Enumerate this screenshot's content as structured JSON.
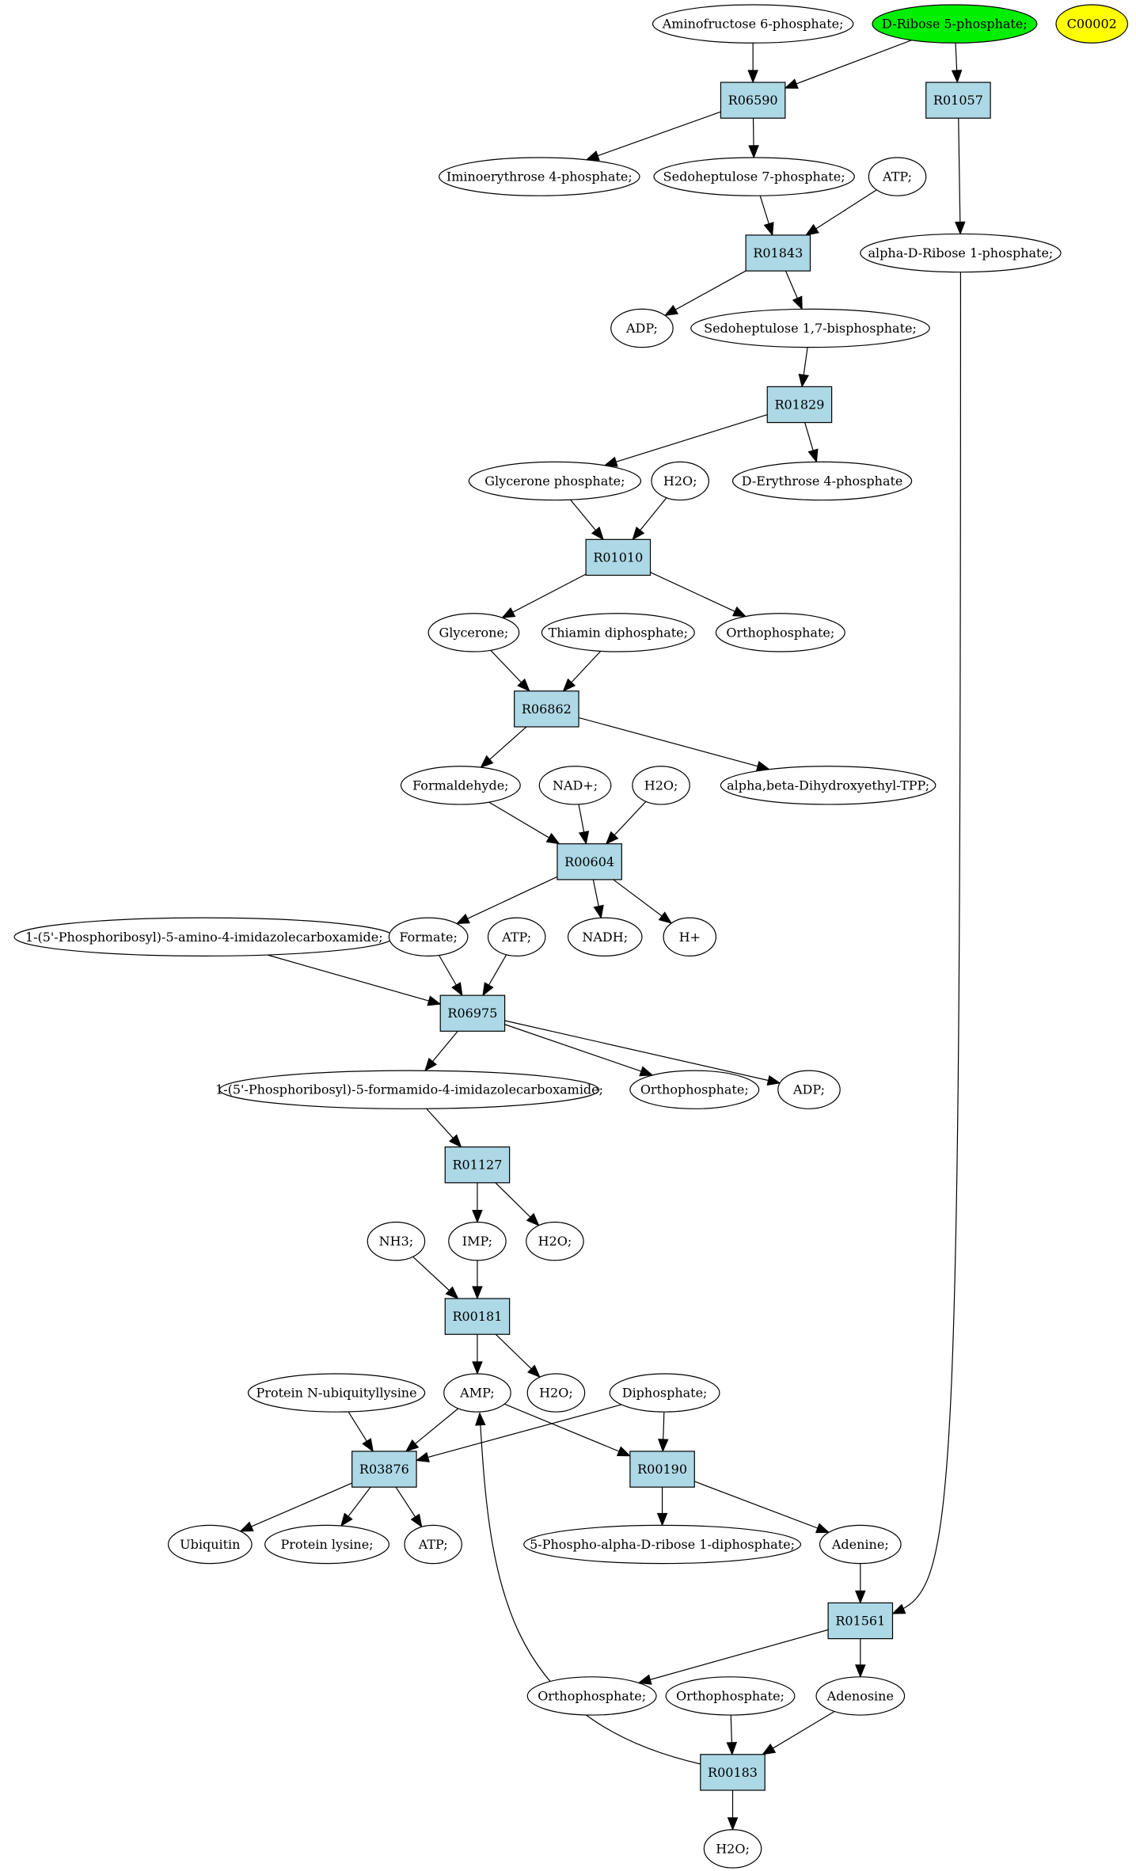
{
  "colors": {
    "reaction": "#add8e6",
    "compound": "#ffffff",
    "source_compound": "#00ee00",
    "query_compound": "#ffff00"
  },
  "compounds": [
    {
      "id": "c_amino6p",
      "label": "Aminofructose 6-phosphate;"
    },
    {
      "id": "c_ribose5p",
      "label": "D-Ribose 5-phosphate;",
      "role": "source"
    },
    {
      "id": "c_c00002",
      "label": "C00002",
      "role": "query"
    },
    {
      "id": "c_imino4p",
      "label": "Iminoerythrose 4-phosphate;"
    },
    {
      "id": "c_sedo7p",
      "label": "Sedoheptulose 7-phosphate;"
    },
    {
      "id": "c_atp1",
      "label": "ATP;"
    },
    {
      "id": "c_ribose1p",
      "label": "alpha-D-Ribose 1-phosphate;"
    },
    {
      "id": "c_adp1",
      "label": "ADP;"
    },
    {
      "id": "c_sedobp",
      "label": "Sedoheptulose 1,7-bisphosphate;"
    },
    {
      "id": "c_gp",
      "label": "Glycerone phosphate;"
    },
    {
      "id": "c_h2o1",
      "label": "H2O;"
    },
    {
      "id": "c_e4p",
      "label": "D-Erythrose 4-phosphate"
    },
    {
      "id": "c_glycerone",
      "label": "Glycerone;"
    },
    {
      "id": "c_tpp",
      "label": "Thiamin diphosphate;"
    },
    {
      "id": "c_pi1",
      "label": "Orthophosphate;"
    },
    {
      "id": "c_formaldehyde",
      "label": "Formaldehyde;"
    },
    {
      "id": "c_nad",
      "label": "NAD+;"
    },
    {
      "id": "c_h2o2",
      "label": "H2O;"
    },
    {
      "id": "c_dhetpp",
      "label": "alpha,beta-Dihydroxyethyl-TPP;"
    },
    {
      "id": "c_aicar",
      "label": "1-(5'-Phosphoribosyl)-5-amino-4-imidazolecarboxamide;"
    },
    {
      "id": "c_formate",
      "label": "Formate;"
    },
    {
      "id": "c_atp2",
      "label": "ATP;"
    },
    {
      "id": "c_nadh",
      "label": "NADH;"
    },
    {
      "id": "c_hplus",
      "label": "H+"
    },
    {
      "id": "c_faicar",
      "label": "1-(5'-Phosphoribosyl)-5-formamido-4-imidazolecarboxamide;"
    },
    {
      "id": "c_pi2",
      "label": "Orthophosphate;"
    },
    {
      "id": "c_adp2",
      "label": "ADP;"
    },
    {
      "id": "c_nh3",
      "label": "NH3;"
    },
    {
      "id": "c_imp",
      "label": "IMP;"
    },
    {
      "id": "c_h2o3",
      "label": "H2O;"
    },
    {
      "id": "c_protubi",
      "label": "Protein N-ubiquityllysine"
    },
    {
      "id": "c_amp",
      "label": "AMP;"
    },
    {
      "id": "c_h2o4",
      "label": "H2O;"
    },
    {
      "id": "c_ppi",
      "label": "Diphosphate;"
    },
    {
      "id": "c_ubiquitin",
      "label": "Ubiquitin"
    },
    {
      "id": "c_protlys",
      "label": "Protein lysine;"
    },
    {
      "id": "c_atp3",
      "label": "ATP;"
    },
    {
      "id": "c_prpp",
      "label": "5-Phospho-alpha-D-ribose 1-diphosphate;"
    },
    {
      "id": "c_adenine",
      "label": "Adenine;"
    },
    {
      "id": "c_pi3",
      "label": "Orthophosphate;"
    },
    {
      "id": "c_pi4",
      "label": "Orthophosphate;"
    },
    {
      "id": "c_adenosine",
      "label": "Adenosine"
    },
    {
      "id": "c_h2o5",
      "label": "H2O;"
    }
  ],
  "reactions": [
    {
      "id": "r_R06590",
      "label": "R06590"
    },
    {
      "id": "r_R01057",
      "label": "R01057"
    },
    {
      "id": "r_R01843",
      "label": "R01843"
    },
    {
      "id": "r_R01829",
      "label": "R01829"
    },
    {
      "id": "r_R01010",
      "label": "R01010"
    },
    {
      "id": "r_R06862",
      "label": "R06862"
    },
    {
      "id": "r_R00604",
      "label": "R00604"
    },
    {
      "id": "r_R06975",
      "label": "R06975"
    },
    {
      "id": "r_R01127",
      "label": "R01127"
    },
    {
      "id": "r_R00181",
      "label": "R00181"
    },
    {
      "id": "r_R03876",
      "label": "R03876"
    },
    {
      "id": "r_R00190",
      "label": "R00190"
    },
    {
      "id": "r_R01561",
      "label": "R01561"
    },
    {
      "id": "r_R00183",
      "label": "R00183"
    }
  ],
  "edges": [
    {
      "from": "c_amino6p",
      "to": "r_R06590"
    },
    {
      "from": "c_ribose5p",
      "to": "r_R06590"
    },
    {
      "from": "c_ribose5p",
      "to": "r_R01057"
    },
    {
      "from": "r_R06590",
      "to": "c_imino4p"
    },
    {
      "from": "r_R06590",
      "to": "c_sedo7p"
    },
    {
      "from": "r_R01057",
      "to": "c_ribose1p"
    },
    {
      "from": "c_sedo7p",
      "to": "r_R01843"
    },
    {
      "from": "c_atp1",
      "to": "r_R01843"
    },
    {
      "from": "r_R01843",
      "to": "c_adp1"
    },
    {
      "from": "r_R01843",
      "to": "c_sedobp"
    },
    {
      "from": "c_sedobp",
      "to": "r_R01829"
    },
    {
      "from": "r_R01829",
      "to": "c_gp"
    },
    {
      "from": "r_R01829",
      "to": "c_e4p"
    },
    {
      "from": "c_gp",
      "to": "r_R01010"
    },
    {
      "from": "c_h2o1",
      "to": "r_R01010"
    },
    {
      "from": "r_R01010",
      "to": "c_glycerone"
    },
    {
      "from": "r_R01010",
      "to": "c_pi1"
    },
    {
      "from": "c_glycerone",
      "to": "r_R06862"
    },
    {
      "from": "c_tpp",
      "to": "r_R06862"
    },
    {
      "from": "r_R06862",
      "to": "c_formaldehyde"
    },
    {
      "from": "r_R06862",
      "to": "c_dhetpp"
    },
    {
      "from": "c_formaldehyde",
      "to": "r_R00604"
    },
    {
      "from": "c_nad",
      "to": "r_R00604"
    },
    {
      "from": "c_h2o2",
      "to": "r_R00604"
    },
    {
      "from": "r_R00604",
      "to": "c_formate"
    },
    {
      "from": "r_R00604",
      "to": "c_nadh"
    },
    {
      "from": "r_R00604",
      "to": "c_hplus"
    },
    {
      "from": "c_aicar",
      "to": "r_R06975"
    },
    {
      "from": "c_formate",
      "to": "r_R06975"
    },
    {
      "from": "c_atp2",
      "to": "r_R06975"
    },
    {
      "from": "r_R06975",
      "to": "c_faicar"
    },
    {
      "from": "r_R06975",
      "to": "c_pi2"
    },
    {
      "from": "r_R06975",
      "to": "c_adp2"
    },
    {
      "from": "c_faicar",
      "to": "r_R01127"
    },
    {
      "from": "r_R01127",
      "to": "c_imp"
    },
    {
      "from": "r_R01127",
      "to": "c_h2o3"
    },
    {
      "from": "c_nh3",
      "to": "r_R00181"
    },
    {
      "from": "c_imp",
      "to": "r_R00181"
    },
    {
      "from": "r_R00181",
      "to": "c_amp"
    },
    {
      "from": "r_R00181",
      "to": "c_h2o4"
    },
    {
      "from": "c_protubi",
      "to": "r_R03876"
    },
    {
      "from": "c_amp",
      "to": "r_R03876"
    },
    {
      "from": "c_ppi",
      "to": "r_R03876"
    },
    {
      "from": "c_amp",
      "to": "r_R00190"
    },
    {
      "from": "c_ppi",
      "to": "r_R00190"
    },
    {
      "from": "r_R03876",
      "to": "c_ubiquitin"
    },
    {
      "from": "r_R03876",
      "to": "c_protlys"
    },
    {
      "from": "r_R03876",
      "to": "c_atp3"
    },
    {
      "from": "r_R00190",
      "to": "c_prpp"
    },
    {
      "from": "r_R00190",
      "to": "c_adenine"
    },
    {
      "from": "c_adenine",
      "to": "r_R01561"
    },
    {
      "from": "c_ribose1p",
      "to": "r_R01561"
    },
    {
      "from": "r_R01561",
      "to": "c_pi3"
    },
    {
      "from": "r_R01561",
      "to": "c_adenosine"
    },
    {
      "from": "c_pi4",
      "to": "r_R00183"
    },
    {
      "from": "c_adenosine",
      "to": "r_R00183"
    },
    {
      "from": "r_R00183",
      "to": "c_h2o5"
    },
    {
      "from": "r_R00183",
      "to": "c_amp"
    }
  ]
}
